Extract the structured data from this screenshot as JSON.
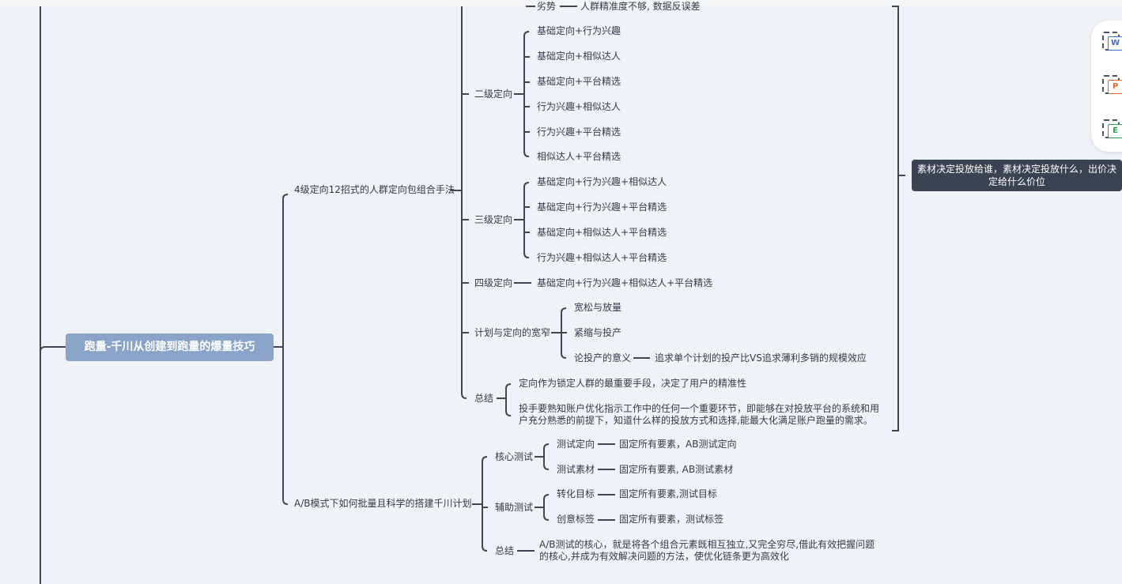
{
  "mindmap": {
    "root": "跑量-千川从创建到跑量的爆量技巧",
    "top_partial": {
      "label": "劣势",
      "detail": "人群精准度不够, 数据反误差"
    },
    "branch_a": {
      "label": "4级定向12招式的人群定向包组合手法",
      "level2": {
        "label": "二级定向",
        "items": [
          "基础定向+行为兴趣",
          "基础定向+相似达人",
          "基础定向+平台精选",
          "行为兴趣+相似达人",
          "行为兴趣+平台精选",
          "相似达人+平台精选"
        ]
      },
      "level3": {
        "label": "三级定向",
        "items": [
          "基础定向+行为兴趣+相似达人",
          "基础定向+行为兴趣+平台精选",
          "基础定向+相似达人+平台精选",
          "行为兴趣+相似达人+平台精选"
        ]
      },
      "level4": {
        "label": "四级定向",
        "item": "基础定向+行为兴趣+相似达人+平台精选"
      },
      "plan": {
        "label": "计划与定向的宽窄",
        "items": [
          "宽松与放量",
          "紧缩与投产",
          "论投产的意义"
        ],
        "meaning_detail": "追求单个计划的投产比VS追求薄利多销的规模效应"
      },
      "summary": {
        "label": "总结",
        "line1": "定向作为锁定人群的最重要手段，决定了用户的精准性",
        "line2": "投手要熟知账户优化指示工作中的任何一个重要环节，即能够在对投放平台的系统和用户充分熟悉的前提下，知道什么样的投放方式和选择,能最大化满足账户跑量的需求。"
      }
    },
    "branch_b": {
      "label": "A/B模式下如何批量且科学的搭建千川计划",
      "core": {
        "label": "核心测试",
        "items": [
          {
            "label": "测试定向",
            "detail": "固定所有要素，AB测试定向"
          },
          {
            "label": "测试素材",
            "detail": "固定所有要素, AB测试素材"
          }
        ]
      },
      "aux": {
        "label": "辅助测试",
        "items": [
          {
            "label": "转化目标",
            "detail": "固定所有要素,测试目标"
          },
          {
            "label": "创意标签",
            "detail": "固定所有要素，测试标签"
          }
        ]
      },
      "summary": {
        "label": "总结",
        "text": "A/B测试的核心，就是将各个组合元素既相互独立,又完全穷尽,借此有效把握问题的核心,并成为有效解决问题的方法，使优化链条更为高效化"
      }
    },
    "callout": "素材决定投放给谁，素材决定投放什么，出价决定给什么价位"
  },
  "side_toolbar": {
    "buttons": [
      {
        "icon": "word-export-icon",
        "tag": "W",
        "color": "#3a6fd8"
      },
      {
        "icon": "ppt-export-icon",
        "tag": "P",
        "color": "#e0642c"
      },
      {
        "icon": "excel-export-icon",
        "tag": "E",
        "color": "#2f9e5a"
      }
    ]
  },
  "colors": {
    "background": "#eff3f8",
    "root_fill": "#8aa3c9",
    "callout_fill": "#3b4252",
    "connector": "#3f4656"
  }
}
